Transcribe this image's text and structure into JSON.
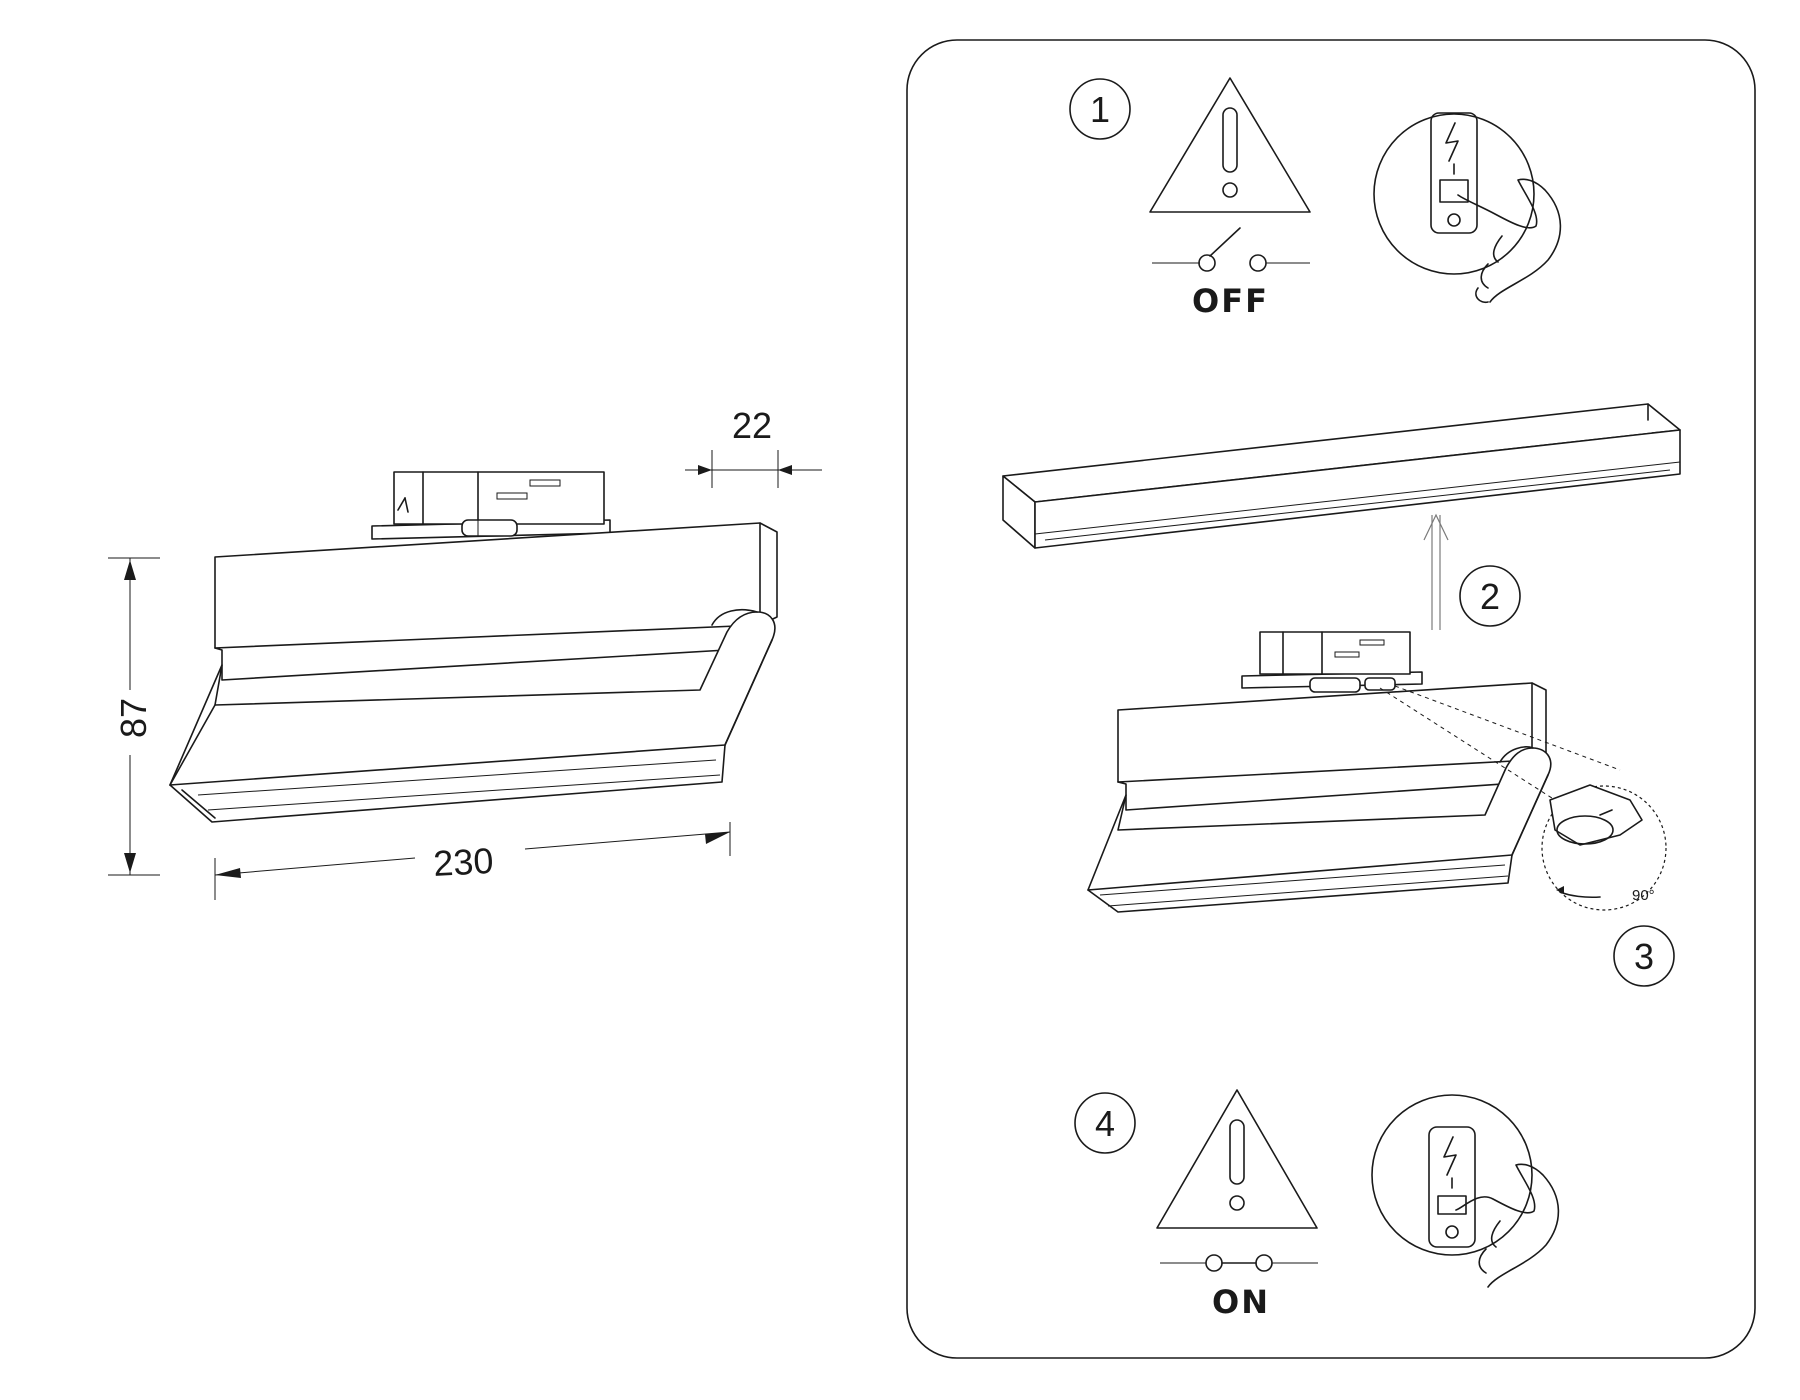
{
  "dimensions": {
    "width": "22",
    "height": "87",
    "length": "230"
  },
  "steps": [
    {
      "number": "1",
      "state": "OFF"
    },
    {
      "number": "2"
    },
    {
      "number": "3",
      "angle": "90°"
    },
    {
      "number": "4",
      "state": "ON"
    }
  ],
  "icons": [
    "warning-triangle-icon",
    "switch-open-icon",
    "switch-closed-icon",
    "breaker-panel-icon",
    "hand-icon",
    "lightning-icon",
    "arrow-up-icon",
    "rotate-arrow-icon"
  ]
}
